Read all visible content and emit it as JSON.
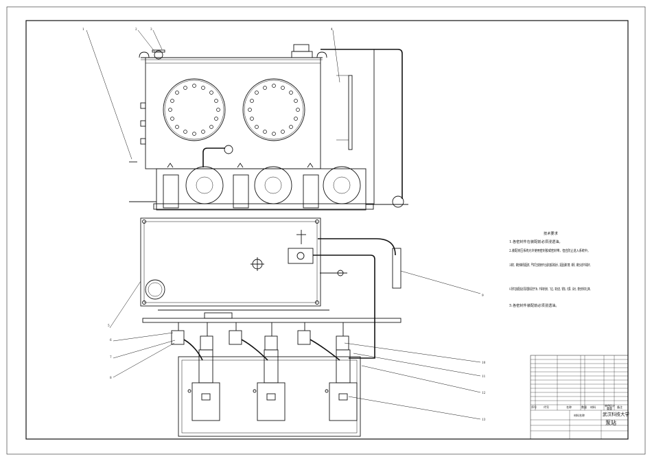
{
  "callouts": [
    "1",
    "2",
    "3",
    "4",
    "5",
    "6",
    "7",
    "8",
    "9",
    "10",
    "11",
    "12",
    "13"
  ],
  "tech_requirements": {
    "title": "技术要求",
    "items": [
      "1.各密封件在装配前必须浸透油。",
      "2.装配液压系统允许使用密封胶或密封带，但应防止进入系统中。",
      "3.螺钉、螺栓和螺母紧固时，严禁打击或使用不合适的旋具和扳手。紧固后螺钉槽、螺母、螺栓头部不得损坏。",
      "4.零件在装配前必须清理和清洗干净，不得有毛刺、飞边、氧化皮、锈蚀、切屑、油污、着色剂和灰尘等。",
      "5.各密封件装配前必须浸透油。"
    ]
  },
  "title_block": {
    "unit": "武汉科技大学",
    "drawing_name": "泵站",
    "header_labels": [
      "序号",
      "代号",
      "名称",
      "数量",
      "材料",
      "单件",
      "总计",
      "重量",
      "备注"
    ],
    "material_mark": "材料名称"
  }
}
